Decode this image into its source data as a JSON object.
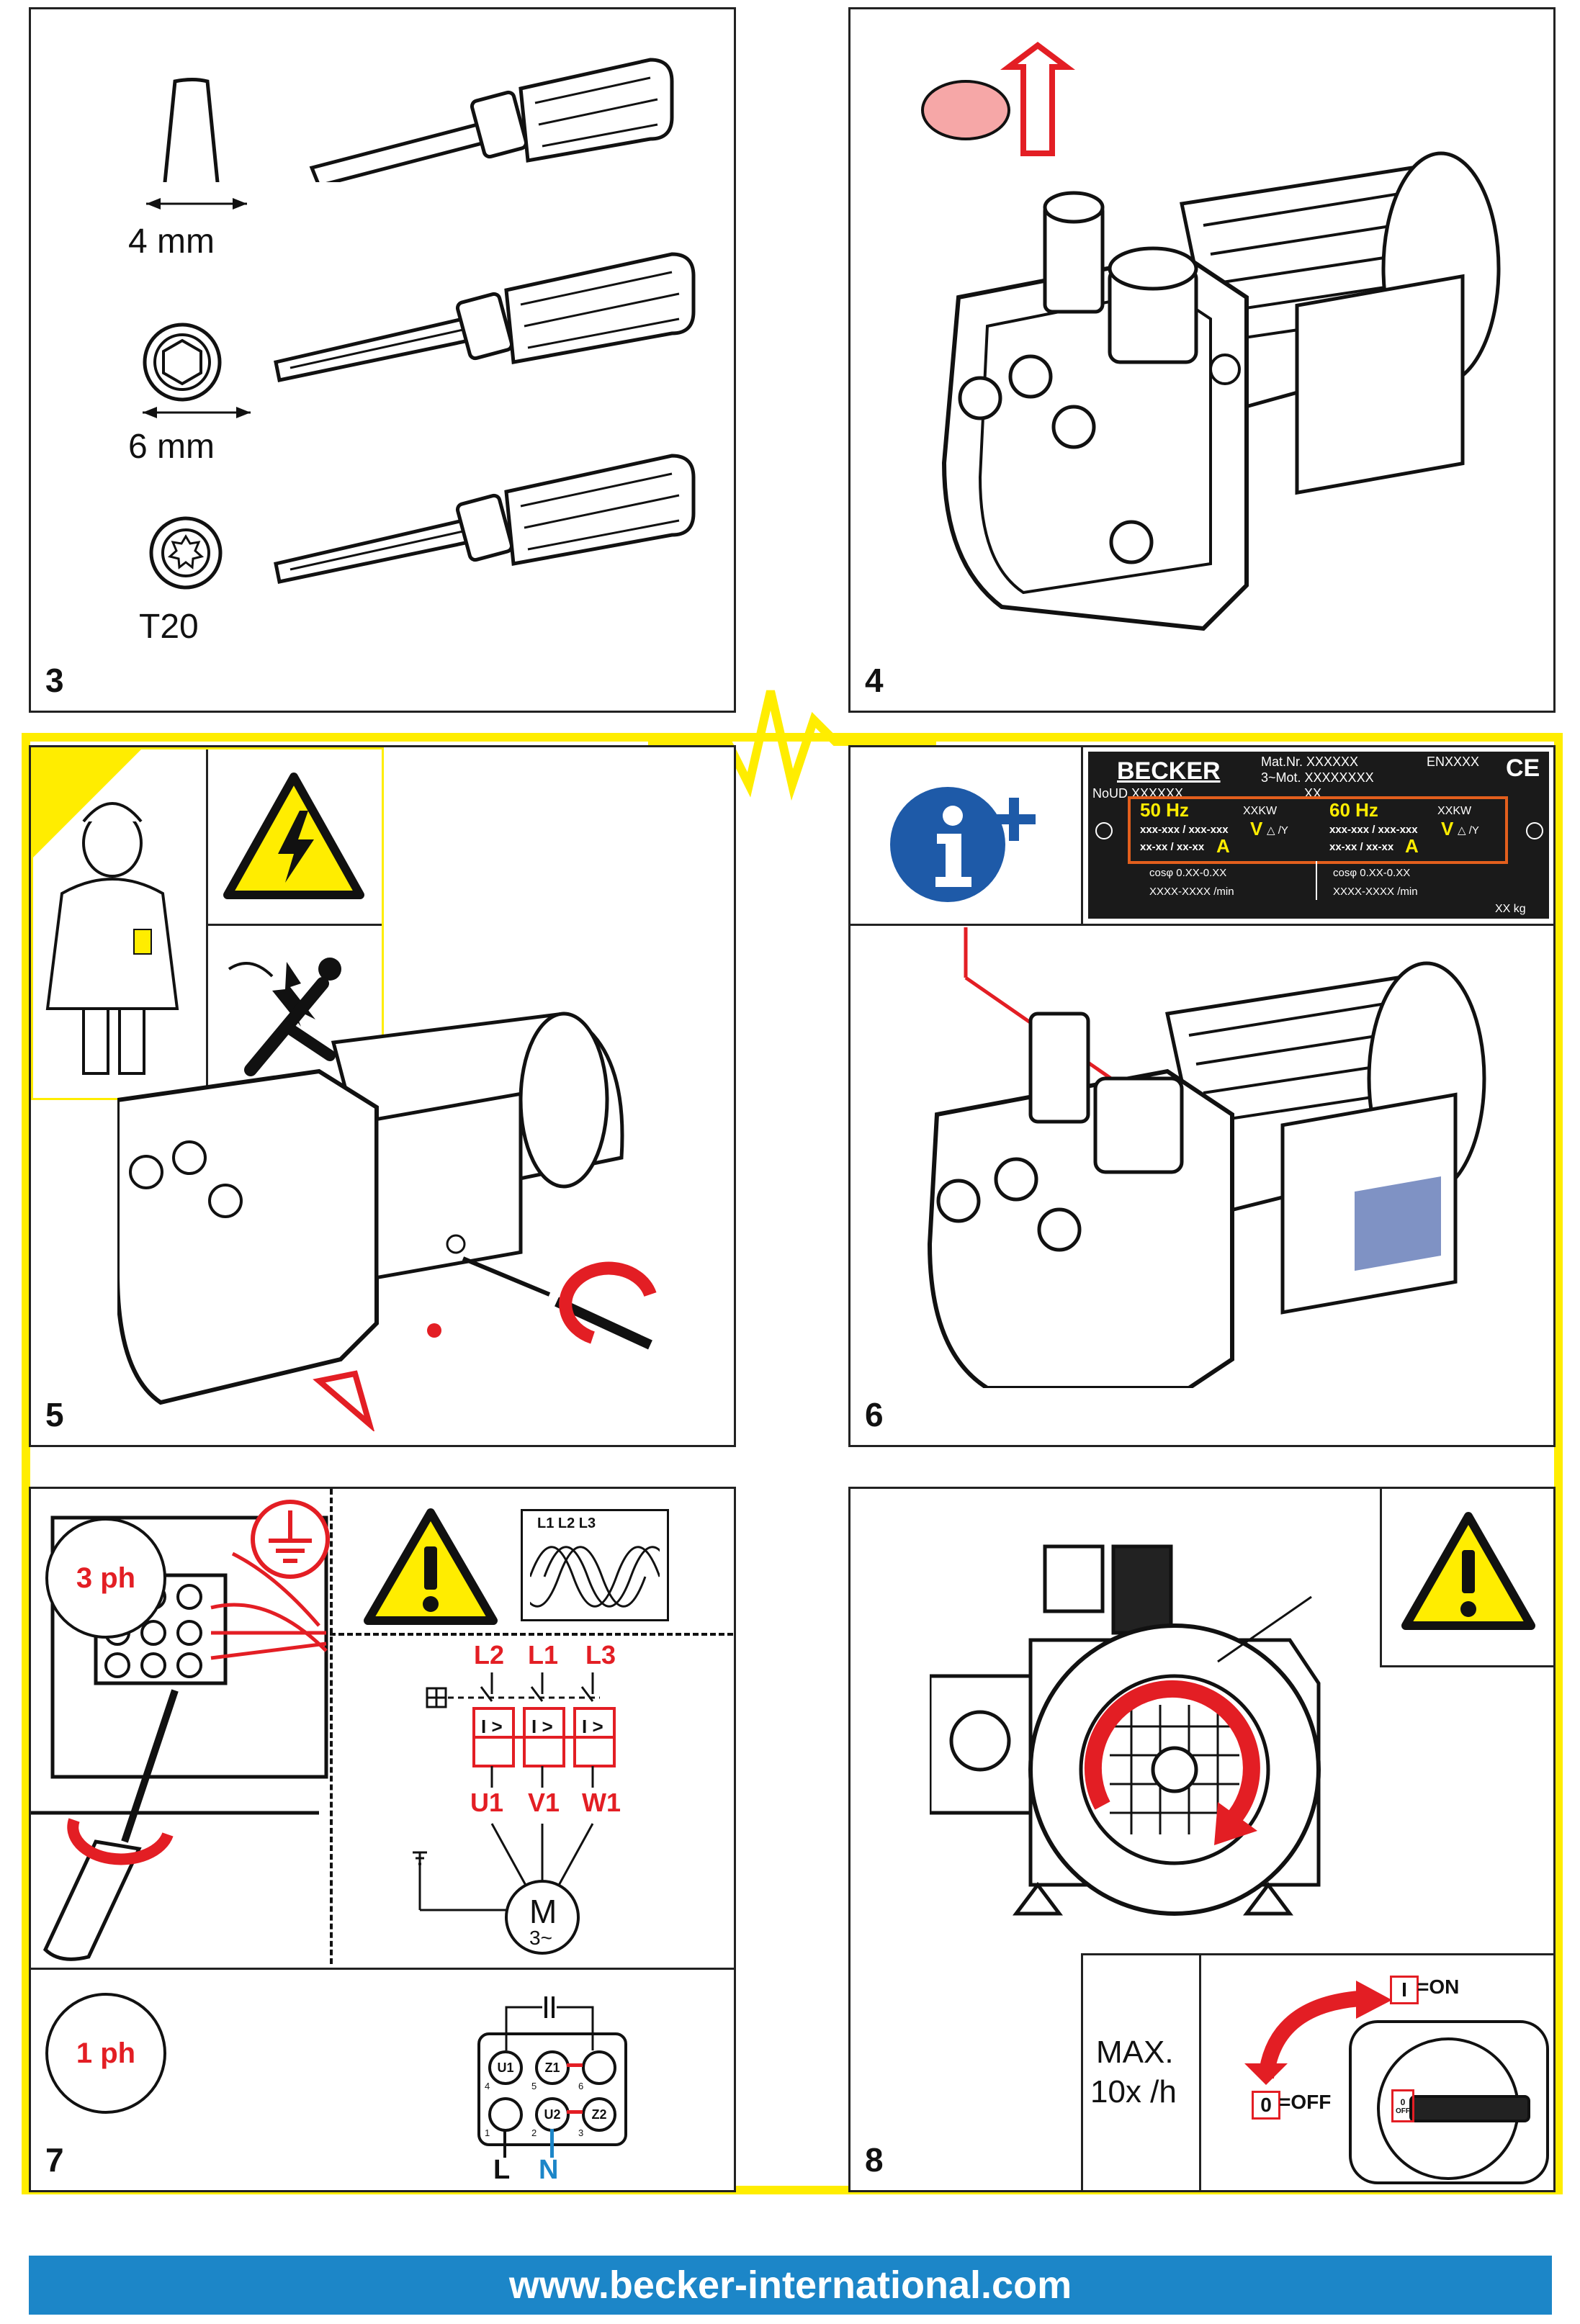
{
  "panels": {
    "p3": {
      "number": "3",
      "tool1_label": "4 mm",
      "tool2_label": "6 mm",
      "tool3_label": "T20"
    },
    "p4": {
      "number": "4"
    },
    "p5": {
      "number": "5"
    },
    "p6": {
      "number": "6",
      "nameplate": {
        "brand": "BECKER",
        "mat_nr": "Mat.Nr. XXXXXX",
        "mot": "3~Mot. XXXXXXXX",
        "en": "ENXXXX",
        "noud": "NoUD XXXXXX",
        "xx": "XX",
        "ce": "CE",
        "hz50": "50 Hz",
        "hz60": "60 Hz",
        "kw50": "XXKW",
        "kw60": "XXKW",
        "volt_range_50": "xxx-xxx / xxx-xxx",
        "volt_range_60": "xxx-xxx / xxx-xxx",
        "v_symbol": "V",
        "conn": "△ /Y",
        "amp_range_50": "xx-xx / xx-xx",
        "amp_range_60": "xx-xx / xx-xx",
        "a_symbol": "A",
        "cos_50": "cosφ 0.XX-0.XX",
        "cos_60": "cosφ 0.XX-0.XX",
        "rpm_50": "XXXX-XXXX /min",
        "rpm_60": "XXXX-XXXX /min",
        "weight": "XX kg"
      }
    },
    "p7": {
      "number": "7",
      "three_phase": "3 ph",
      "one_phase": "1 ph",
      "supply_labels": [
        "L1 L2 L3"
      ],
      "lines": [
        "L2",
        "L1",
        "L3"
      ],
      "windings": [
        "U1",
        "V1",
        "W1"
      ],
      "breaker_symbol": "I >",
      "motor": "M",
      "motor_sub": "3~",
      "terminal_top": [
        "U1",
        "Z1",
        ""
      ],
      "terminal_bottom": [
        "",
        "U2",
        "Z2"
      ],
      "terminal_nums_top": [
        "4",
        "5",
        "6"
      ],
      "terminal_nums_bottom": [
        "1",
        "2",
        "3"
      ],
      "l_label": "L",
      "n_label": "N"
    },
    "p8": {
      "number": "8",
      "max_line1": "MAX.",
      "max_line2": "10x /h",
      "on_box": "I",
      "on_text": "=ON",
      "off_box": "0",
      "off_text": "=OFF",
      "dial_zero": "0",
      "dial_off": "OFF"
    }
  },
  "footer": {
    "url": "www.becker-international.com"
  },
  "colors": {
    "accent_red": "#e31e24",
    "warning_yellow": "#ffed00",
    "footer_blue": "#1c86c8",
    "info_blue": "#1e5aa8",
    "nameplate_black": "#1a1a1a"
  }
}
